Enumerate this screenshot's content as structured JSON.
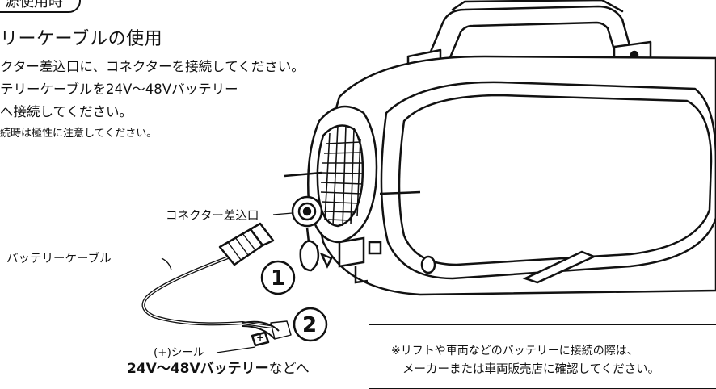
{
  "section_badge": "源使用時",
  "heading": "リーケーブルの使用",
  "steps": [
    "クター差込口に、コネクターを接続してください。",
    "テリーケーブルを24V〜48Vバッテリー",
    "へ接続してください。"
  ],
  "caution": "続時は極性に注意してください。",
  "callouts": {
    "connector_socket": "コネクター差込口",
    "battery_cable": "バッテリーケーブル",
    "plus_seal": "(+)シール",
    "battery_dest_prefix": "24V〜48Vバッテリー",
    "battery_dest_suffix": "などへ"
  },
  "step_markers": [
    "1",
    "2"
  ],
  "seal_symbol": "+",
  "note": {
    "line1": "※リフトや車両などのバッテリーに接続の際は、",
    "line2": "メーカーまたは車両販売店に確認してください。"
  }
}
